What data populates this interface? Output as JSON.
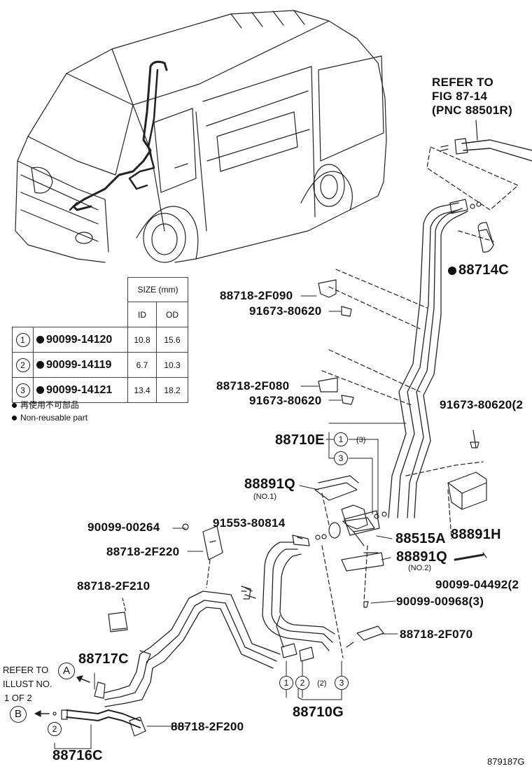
{
  "refer_top": {
    "line1": "REFER TO",
    "line2": "FIG 87-14",
    "line3": "(PNC 88501R)"
  },
  "table": {
    "size_header": "SIZE (mm)",
    "id_header": "ID",
    "od_header": "OD",
    "rows": [
      {
        "num": "1",
        "part": "90099-14120",
        "id": "10.8",
        "od": "15.6"
      },
      {
        "num": "2",
        "part": "90099-14119",
        "id": "6.7",
        "od": "10.3"
      },
      {
        "num": "3",
        "part": "90099-14121",
        "id": "13.4",
        "od": "18.2"
      }
    ]
  },
  "notes": {
    "japanese": "再使用不可部品",
    "english": "Non-reusable part"
  },
  "labels": {
    "p88714C": "88714C",
    "p88718_2F090": "88718-2F090",
    "p91673_80620_a": "91673-80620",
    "p88718_2F080": "88718-2F080",
    "p91673_80620_b": "91673-80620",
    "p91673_80620_2": "91673-80620(2",
    "p88710E": "88710E",
    "c3_small": "(3)",
    "p88891Q_1": "88891Q",
    "no1": "(NO.1)",
    "p90099_00264": "90099-00264",
    "p91553_80814": "91553-80814",
    "p88718_2F220": "88718-2F220",
    "p88515A": "88515A",
    "p88891H": "88891H",
    "p88891Q_2": "88891Q",
    "no2": "(NO.2)",
    "p90099_04492": "90099-04492(2",
    "p88718_2F210": "88718-2F210",
    "p90099_00968": "90099-00968(3)",
    "p88718_2F070": "88718-2F070",
    "p88717C": "88717C",
    "c2_small": "(2)",
    "p88710G": "88710G",
    "p88718_2F200": "88718-2F200",
    "p88716C": "88716C",
    "refer_a_1": "REFER TO",
    "refer_a_2": "ILLUST NO.",
    "refer_a_3": "1 OF 2",
    "letter_a": "A",
    "letter_b": "B",
    "circle1": "1",
    "circle2": "2",
    "circle3": "3",
    "figure_id": "879187G"
  }
}
